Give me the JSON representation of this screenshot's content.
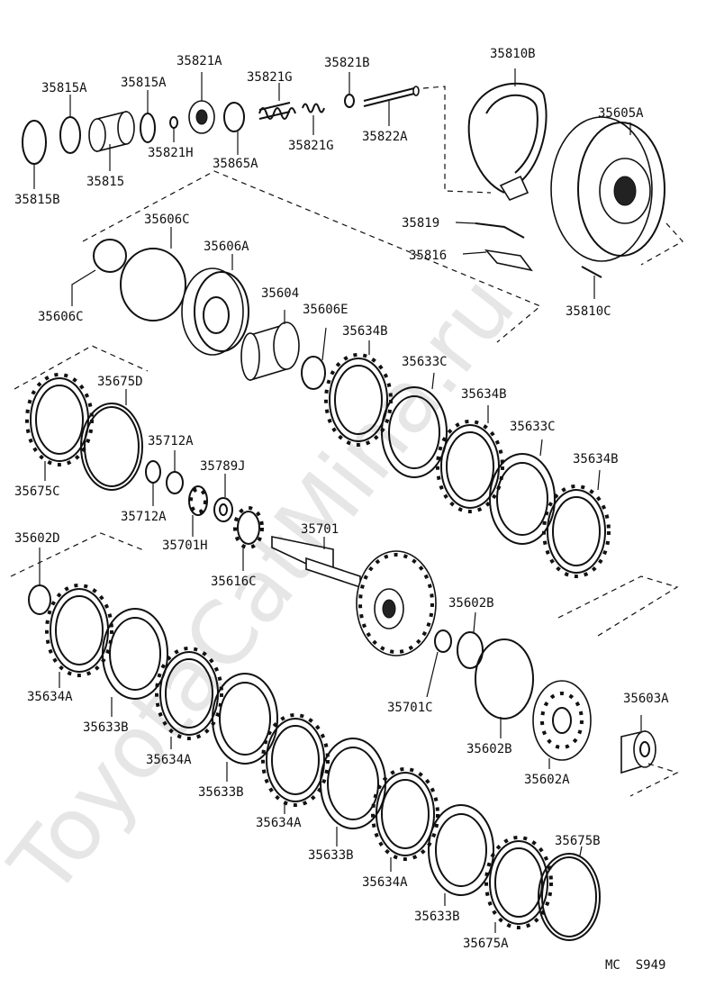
{
  "watermark": "ToyotaCatMina.ru",
  "diagram_code": "MC  S949",
  "labels": {
    "p35815B": "35815B",
    "p35815A_1": "35815A",
    "p35815A_2": "35815A",
    "p35815": "35815",
    "p35821A": "35821A",
    "p35821H": "35821H",
    "p35865A": "35865A",
    "p35821G_1": "35821G",
    "p35821G_2": "35821G",
    "p35821B": "35821B",
    "p35822A": "35822A",
    "p35810B": "35810B",
    "p35605A": "35605A",
    "p35819": "35819",
    "p35816": "35816",
    "p35810C": "35810C",
    "p35606C_1": "35606C",
    "p35606C_2": "35606C",
    "p35606A": "35606A",
    "p35604": "35604",
    "p35606E": "35606E",
    "p35634B_1": "35634B",
    "p35634B_2": "35634B",
    "p35634B_3": "35634B",
    "p35633C_1": "35633C",
    "p35633C_2": "35633C",
    "p35675D": "35675D",
    "p35675C": "35675C",
    "p35712A_1": "35712A",
    "p35712A_2": "35712A",
    "p35789J": "35789J",
    "p35701H": "35701H",
    "p35701": "35701",
    "p35616C": "35616C",
    "p35602D": "35602D",
    "p35634A_1": "35634A",
    "p35634A_2": "35634A",
    "p35634A_3": "35634A",
    "p35634A_4": "35634A",
    "p35633B_1": "35633B",
    "p35633B_2": "35633B",
    "p35633B_3": "35633B",
    "p35633B_4": "35633B",
    "p35602B_1": "35602B",
    "p35602B_2": "35602B",
    "p35701C": "35701C",
    "p35602A": "35602A",
    "p35603A": "35603A",
    "p35675B": "35675B",
    "p35675A": "35675A"
  }
}
